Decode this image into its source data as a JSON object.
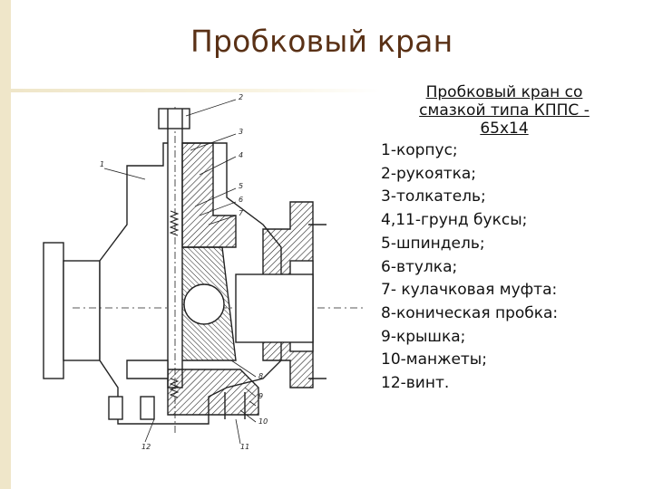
{
  "slide": {
    "title": "Пробковый кран",
    "caption": [
      "Пробковый кран со",
      "смазкой типа КППС -",
      "65х14"
    ],
    "legend": [
      "1-корпус;",
      " 2-рукоятка;",
      "3-толкатель;",
      "4,11-грунд буксы;",
      "5-шпиндель;",
      "6-втулка;",
      " 7- кулачковая муфта:",
      "8-коническая пробка:",
      "9-крышка;",
      "10-манжеты;",
      " 12-винт."
    ]
  },
  "drawing": {
    "part_numbers": [
      "1",
      "2",
      "3",
      "4",
      "5",
      "6",
      "7",
      "8",
      "9",
      "10",
      "11",
      "12"
    ]
  },
  "colors": {
    "title": "#5a3116",
    "accent_band": "#efe6c9",
    "ink": "#111111"
  }
}
